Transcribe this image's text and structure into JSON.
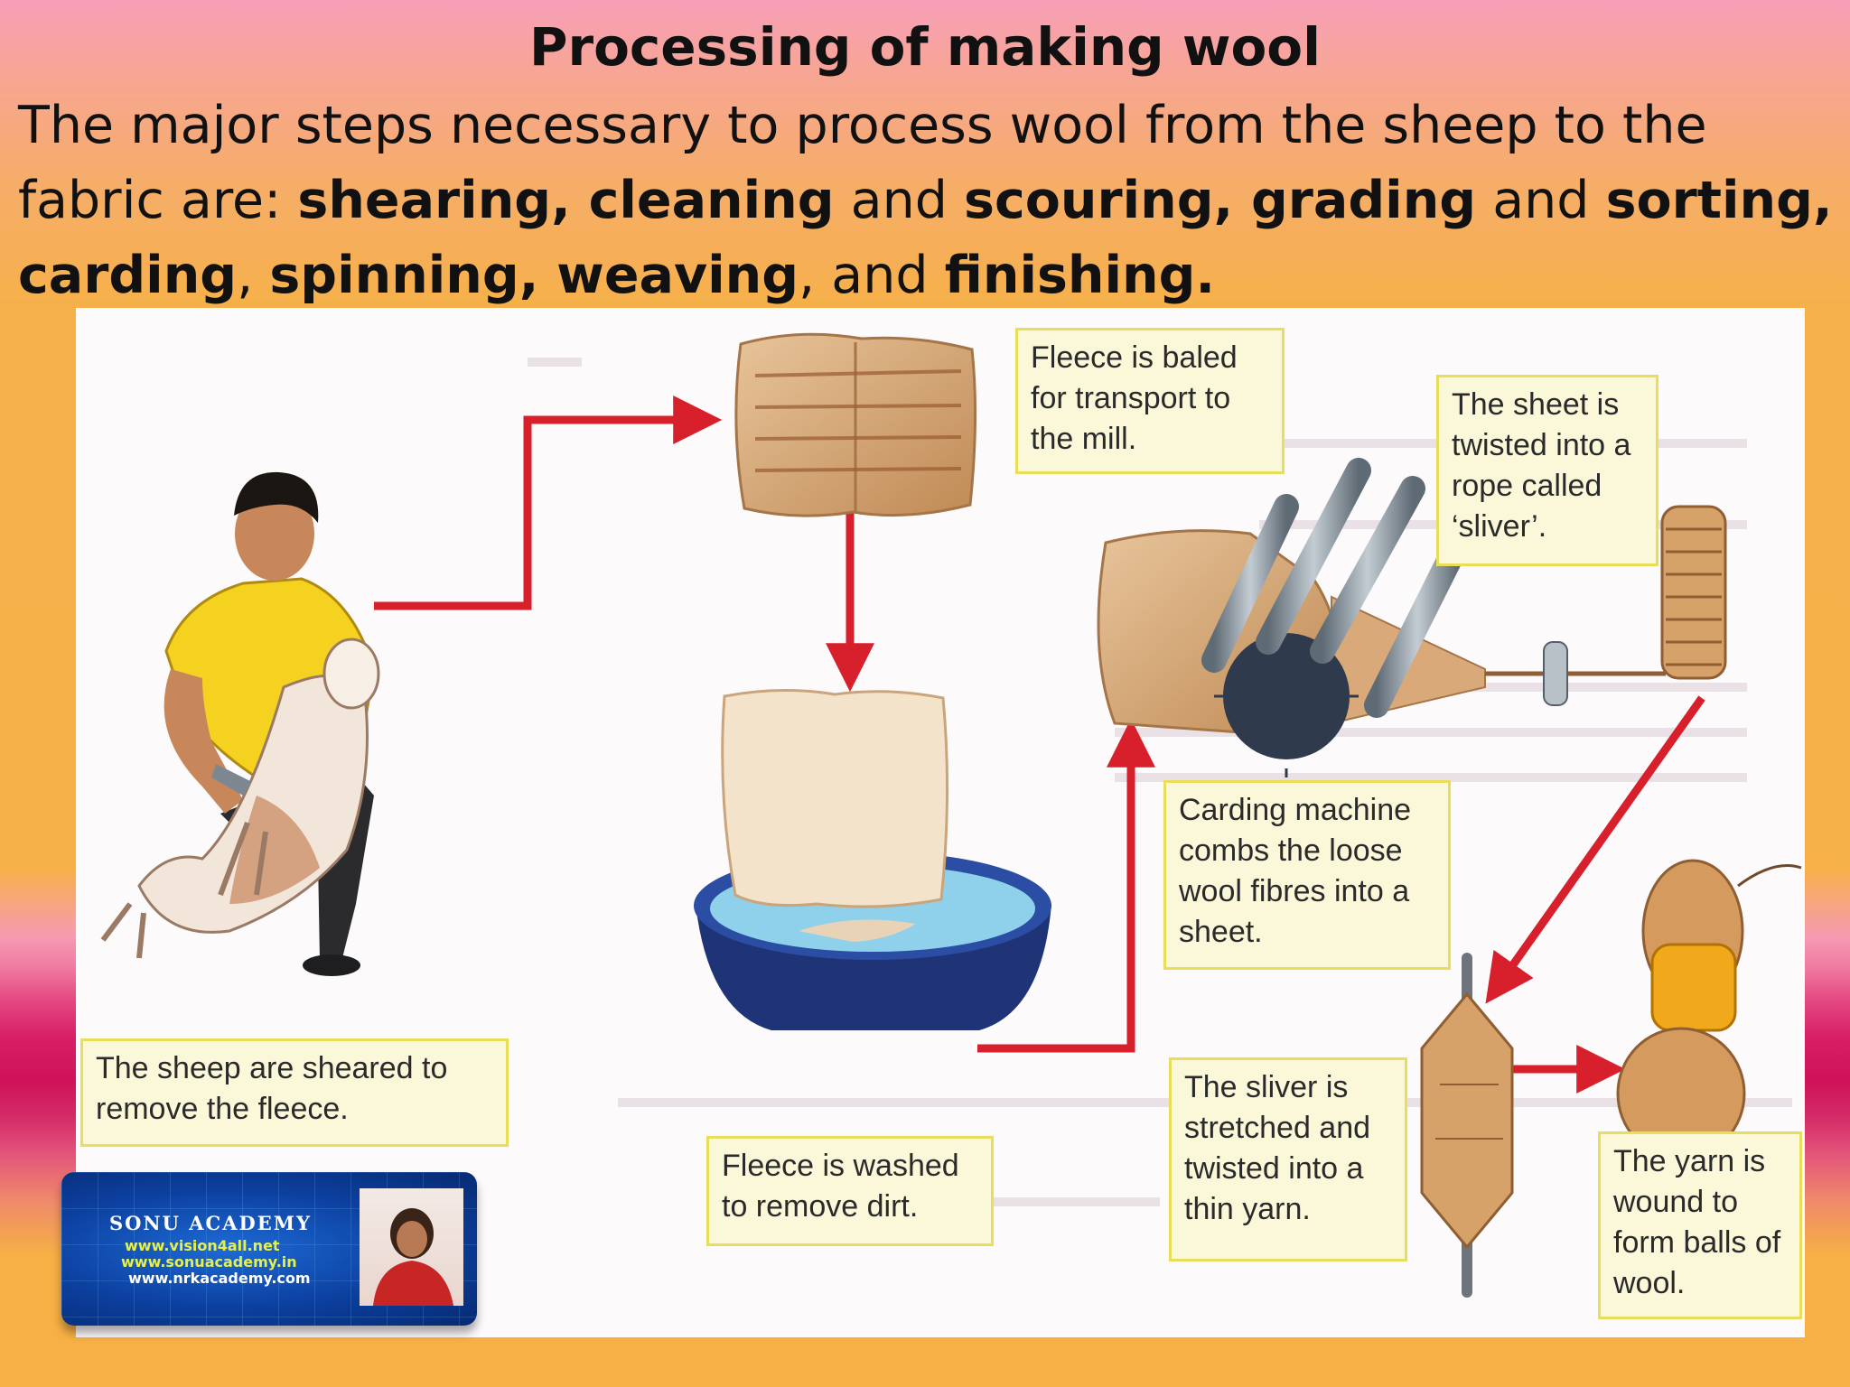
{
  "title": "Processing of making wool",
  "intro": {
    "p1": "The major steps necessary to process wool from the sheep to the fabric are: ",
    "b1": "shearing, cleaning",
    "p2": " and ",
    "b2": "scouring, grading",
    "p3": " and ",
    "b3": "sorting, carding",
    "p4": ", ",
    "b4": "spinning, weaving",
    "p5": ", and ",
    "b5": "finishing."
  },
  "captions": {
    "shear": "The sheep are sheared to remove the fleece.",
    "bale": "Fleece is baled for transport to the mill.",
    "wash": "Fleece is washed to remove dirt.",
    "carding": "Carding machine combs the loose wool fibres into a sheet.",
    "sliver": "The sheet is twisted into a rope called ‘sliver’.",
    "yarn": "The sliver is stretched and twisted into a thin yarn.",
    "balls": "The yarn is wound to form balls of wool."
  },
  "badge": {
    "name": "SONU ACADEMY",
    "url1": "www.vision4all.net",
    "url2": "www.sonuacademy.in",
    "url3": "www.nrkacademy.com"
  },
  "colors": {
    "arrow": "#d8202c",
    "caption_bg": "#fbf7d9",
    "caption_border": "#e8de5a"
  }
}
